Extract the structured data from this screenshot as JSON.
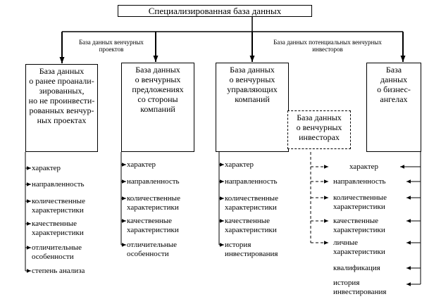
{
  "title": "Специализированная база данных",
  "edge_labels": {
    "left": "База данных венчурных\nпроектов",
    "right": "База данных потенциальных венчурных\nинвесторов"
  },
  "databases": [
    {
      "label": "База данных\nо ранее проанали-\nзированных,\nно не проинвести-\nрованных венчур-\nных проектах",
      "items": [
        "характер",
        "направленность",
        "количественные\nхарактеристики",
        "качественные\nхарактеристики",
        "отличительные\nособенности",
        "степень анализа"
      ]
    },
    {
      "label": "База данных\nо венчурных\nпредложениях\nсо стороны\nкомпаний",
      "items": [
        "характер",
        "направленность",
        "количественные\nхарактеристики",
        "качественные\nхарактеристики",
        "отличительные\nособенности"
      ]
    },
    {
      "label": "База данных\nо венчурных\nуправляющих\nкомпаний",
      "items": [
        "характер",
        "направленность",
        "количественные\nхарактеристики",
        "качественные\nхарактеристики",
        "история\nинвестирования"
      ]
    },
    {
      "label": "База данных\nо венчурных\nинвесторах",
      "items": []
    },
    {
      "label": "База\nданных\nо бизнес-\nангелах",
      "items": []
    }
  ],
  "shared_items": [
    "характер",
    "направленность",
    "количественные\nхарактеристики",
    "качественные\nхарактеристики",
    "личные\nхарактеристики",
    "квалификация",
    "история\nинвестирования"
  ]
}
